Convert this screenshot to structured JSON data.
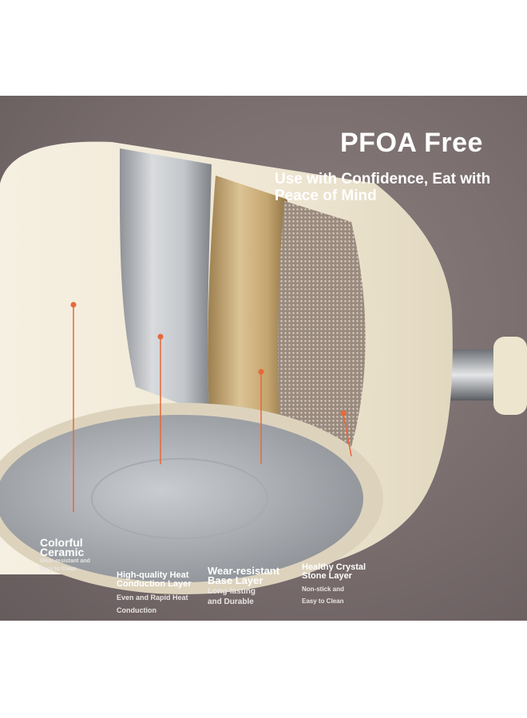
{
  "headline": "PFOA Free",
  "subline": "Use with Confidence, Eat with Peace of Mind",
  "layers": [
    {
      "title_line1": "Colorful",
      "title_line2": "Ceramic",
      "desc_line1": "Wear-resistant and",
      "desc_line2": "Easy to Clean"
    },
    {
      "title_line1": "High-quality Heat",
      "title_line2": "Conduction Layer",
      "desc_line1": "Even and Rapid Heat",
      "desc_line2": "Conduction"
    },
    {
      "title_line1": "Wear-resistant",
      "title_line2": "Base Layer",
      "desc_line1": "Long-lasting",
      "desc_line2": "and Durable"
    },
    {
      "title_line1": "Healthy Crystal",
      "title_line2": "Stone Layer",
      "desc_line1": "Non-stick and",
      "desc_line2": "Easy to Clean"
    }
  ],
  "colors": {
    "background": "#786c6d",
    "ceramic": "#f1ead8",
    "marker": "#e7683a",
    "steel": "#b9bcc0",
    "gold": "#c6a872",
    "stone": "#8f7f73"
  },
  "icons": [
    "marker-dot-icon"
  ]
}
